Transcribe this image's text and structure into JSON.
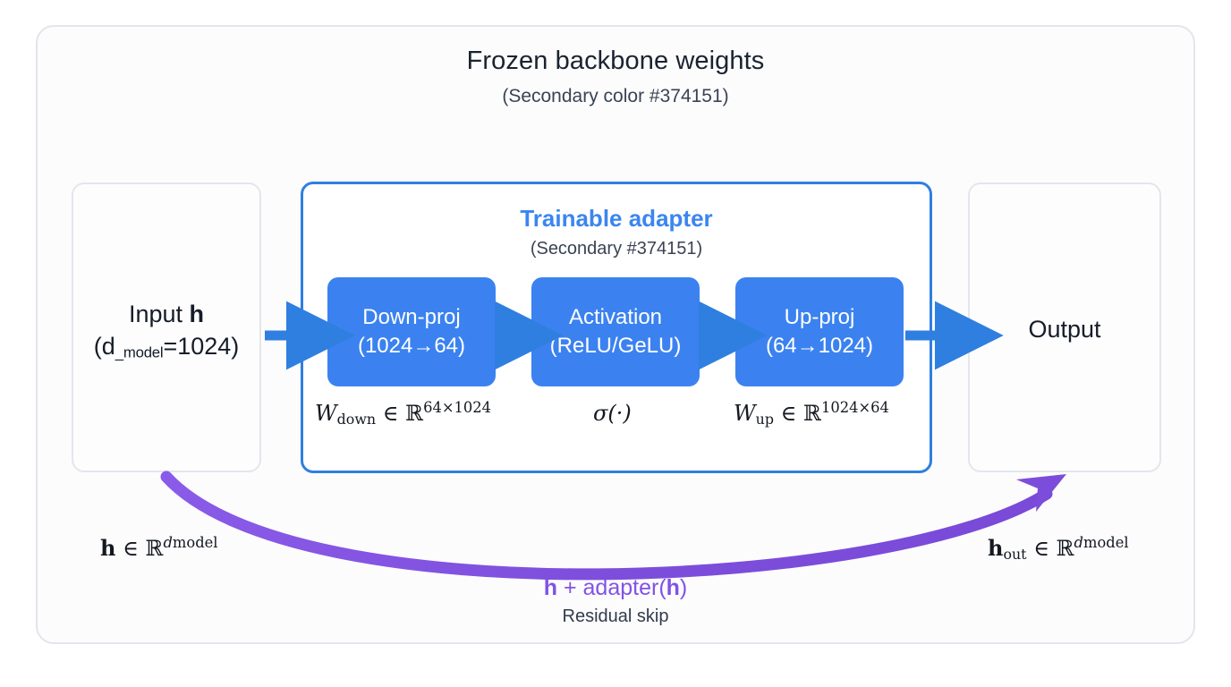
{
  "diagram": {
    "title": "Frozen backbone weights",
    "subtitle": "(Secondary color  #374151)",
    "residual_equation_parts": {
      "h1": "h",
      "plus": " + adapter(",
      "h2": "h",
      "close": ")"
    },
    "residual_caption": "Residual skip"
  },
  "input_box": {
    "line1_prefix": "Input ",
    "line1_bold": "h",
    "line2_open": "(d",
    "line2_sub": "_model",
    "line2_rest": "=1024)"
  },
  "output_box": {
    "label": "Output"
  },
  "adapter": {
    "title": "Trainable adapter",
    "subtitle": "(Secondary  #374151)",
    "stages": [
      {
        "name": "Down-proj",
        "shape": "(1024→64)"
      },
      {
        "name": "Activation",
        "shape": "(ReLU/GeLU)"
      },
      {
        "name": "Up-proj",
        "shape": "(64→1024)"
      }
    ]
  },
  "math_labels": {
    "w_down": {
      "symbol": "W",
      "sub": "down",
      "in": "∈",
      "set": "ℝ",
      "exp": "64×1024"
    },
    "activation": {
      "text": "σ(·)"
    },
    "w_up": {
      "symbol": "W",
      "sub": "up",
      "in": "∈",
      "set": "ℝ",
      "exp": "1024×64"
    },
    "h_in": {
      "symbol": "h",
      "sub": "",
      "in": "∈",
      "set": "ℝ",
      "exp_it": "d",
      "exp_rm": "model"
    },
    "h_out": {
      "symbol": "h",
      "sub": "out",
      "in": "∈",
      "set": "ℝ",
      "exp_it": "d",
      "exp_rm": "model"
    }
  },
  "colors": {
    "accent_blue": "#3b82f0",
    "adapter_border": "#2f7fe0",
    "residual_purple": "#8152e6",
    "secondary_text": "#374151",
    "card_border": "#e2e5ec"
  }
}
